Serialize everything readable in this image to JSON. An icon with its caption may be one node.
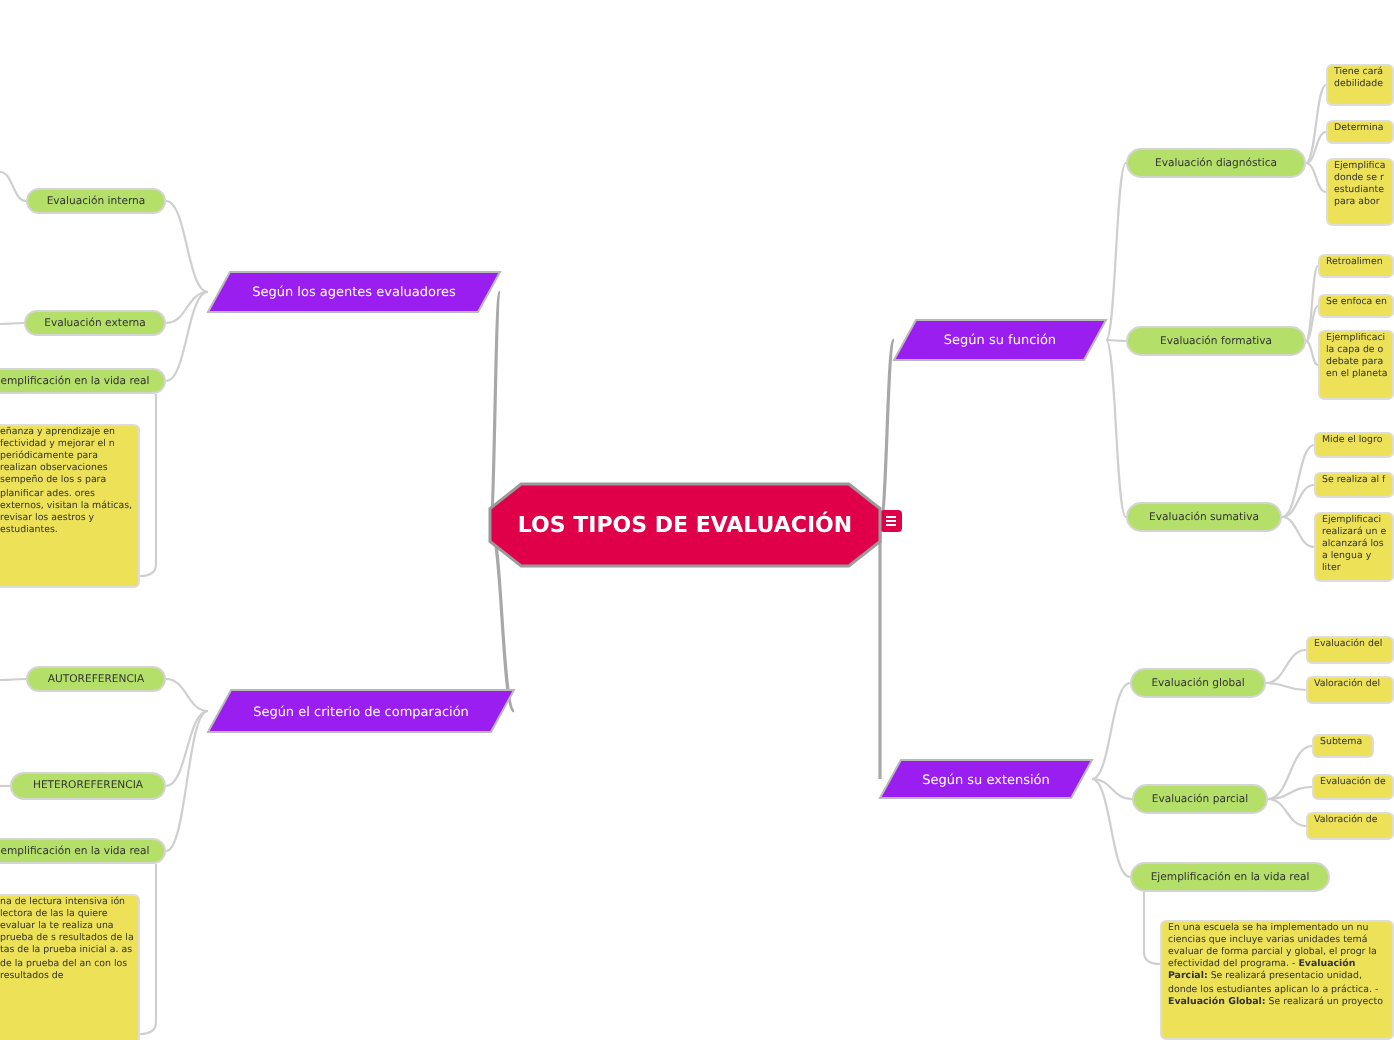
{
  "diagram": {
    "nodes": [
      {
        "text": [
          "LOS TIPOS DE EVALUACIÓN"
        ]
      },
      {
        "text": [
          "Según su función"
        ]
      },
      {
        "text": [
          "Evaluación diagnóstica"
        ]
      },
      {
        "text": [
          "Tiene cará debilidade"
        ]
      },
      {
        "text": [
          "Determina"
        ]
      },
      {
        "text": [
          "Ejemplifica donde se r estudiante para abor"
        ]
      },
      {
        "text": [
          "Evaluación formativa"
        ]
      },
      {
        "text": [
          "Retroalimen"
        ]
      },
      {
        "text": [
          "Se enfoca en"
        ]
      },
      {
        "text": [
          "Ejemplificaci la capa de o debate para en el planeta"
        ]
      },
      {
        "text": [
          "Evaluación sumativa"
        ]
      },
      {
        "text": [
          "Mide el logro"
        ]
      },
      {
        "text": [
          "Se realiza al f"
        ]
      },
      {
        "text": [
          "Ejemplificaci realizará un e alcanzará los a lengua y liter"
        ]
      },
      {
        "text": [
          "Según su extensión"
        ]
      },
      {
        "text": [
          "Evaluación global"
        ]
      },
      {
        "text": [
          "Evaluación del"
        ]
      },
      {
        "text": [
          "Valoración del"
        ]
      },
      {
        "text": [
          "Evaluación parcial"
        ]
      },
      {
        "text": [
          "Subtema"
        ]
      },
      {
        "text": [
          "Evaluación de"
        ]
      },
      {
        "text": [
          "Valoración de"
        ]
      },
      {
        "text": [
          "Ejemplificación en la vida real"
        ]
      },
      {
        "text": [
          "En una escuela se ha implementado un nu ciencias que incluye varias unidades temá evaluar de forma parcial y global, el progr la efectividad del programa. - **Evaluación Parcial:** Se realizará presentacio unidad, donde los estudiantes aplican lo a práctica. - **Evaluación Global:** Se realizará un proyecto"
        ]
      },
      {
        "text": [
          "Según los agentes evaluadores"
        ]
      },
      {
        "text": [
          "Evaluación interna"
        ]
      },
      {
        "text": [
          "Evaluación externa"
        ]
      },
      {
        "text": [
          "emplificación en la vida real"
        ]
      },
      {
        "text": [
          "eñanza y aprendizaje en fectividad y mejorar el n periódicamente para realizan observaciones sempeño de los s para planificar ades. ores externos, visitan la máticas, revisar los aestros y estudiantes."
        ]
      },
      {
        "text": [
          "Según el criterio de comparación"
        ]
      },
      {
        "text": [
          "AUTOREFERENCIA"
        ]
      },
      {
        "text": [
          "HETEROREFERENCIA"
        ]
      },
      {
        "text": [
          "emplificación en la vida real"
        ]
      },
      {
        "text": [
          "na de lectura intensiva ión lectora de las la quiere evaluar la te realiza una prueba de s resultados de la tas de la prueba inicial a. as de la prueba del an con los resultados de"
        ]
      }
    ],
    "edges": [
      {
        "from": 0,
        "to": 1,
        "arrow": "none"
      },
      {
        "from": 1,
        "to": 2,
        "arrow": "none"
      },
      {
        "from": 2,
        "to": 3,
        "arrow": "none"
      },
      {
        "from": 2,
        "to": 4,
        "arrow": "none"
      },
      {
        "from": 2,
        "to": 5,
        "arrow": "none"
      },
      {
        "from": 1,
        "to": 6,
        "arrow": "none"
      },
      {
        "from": 6,
        "to": 7,
        "arrow": "none"
      },
      {
        "from": 6,
        "to": 8,
        "arrow": "none"
      },
      {
        "from": 6,
        "to": 9,
        "arrow": "none"
      },
      {
        "from": 1,
        "to": 10,
        "arrow": "none"
      },
      {
        "from": 10,
        "to": 11,
        "arrow": "none"
      },
      {
        "from": 10,
        "to": 12,
        "arrow": "none"
      },
      {
        "from": 10,
        "to": 13,
        "arrow": "none"
      },
      {
        "from": 0,
        "to": 14,
        "arrow": "none"
      },
      {
        "from": 14,
        "to": 15,
        "arrow": "none"
      },
      {
        "from": 15,
        "to": 16,
        "arrow": "none"
      },
      {
        "from": 15,
        "to": 17,
        "arrow": "none"
      },
      {
        "from": 14,
        "to": 18,
        "arrow": "none"
      },
      {
        "from": 18,
        "to": 19,
        "arrow": "none"
      },
      {
        "from": 18,
        "to": 20,
        "arrow": "none"
      },
      {
        "from": 18,
        "to": 21,
        "arrow": "none"
      },
      {
        "from": 14,
        "to": 22,
        "arrow": "none"
      },
      {
        "from": 22,
        "to": 23,
        "arrow": "none"
      },
      {
        "from": 0,
        "to": 24,
        "arrow": "none"
      },
      {
        "from": 24,
        "to": 25,
        "arrow": "none"
      },
      {
        "from": 24,
        "to": 26,
        "arrow": "none"
      },
      {
        "from": 24,
        "to": 27,
        "arrow": "none"
      },
      {
        "from": 27,
        "to": 28,
        "arrow": "none"
      },
      {
        "from": 25,
        "to": null,
        "arrow": "none"
      },
      {
        "from": 26,
        "to": null,
        "arrow": "none"
      },
      {
        "from": 0,
        "to": 29,
        "arrow": "none"
      },
      {
        "from": 29,
        "to": 30,
        "arrow": "none"
      },
      {
        "from": 29,
        "to": 31,
        "arrow": "none"
      },
      {
        "from": 29,
        "to": 32,
        "arrow": "none"
      },
      {
        "from": 32,
        "to": 33,
        "arrow": "none"
      },
      {
        "from": 30,
        "to": null,
        "arrow": "none"
      },
      {
        "from": 31,
        "to": null,
        "arrow": "none"
      }
    ]
  }
}
